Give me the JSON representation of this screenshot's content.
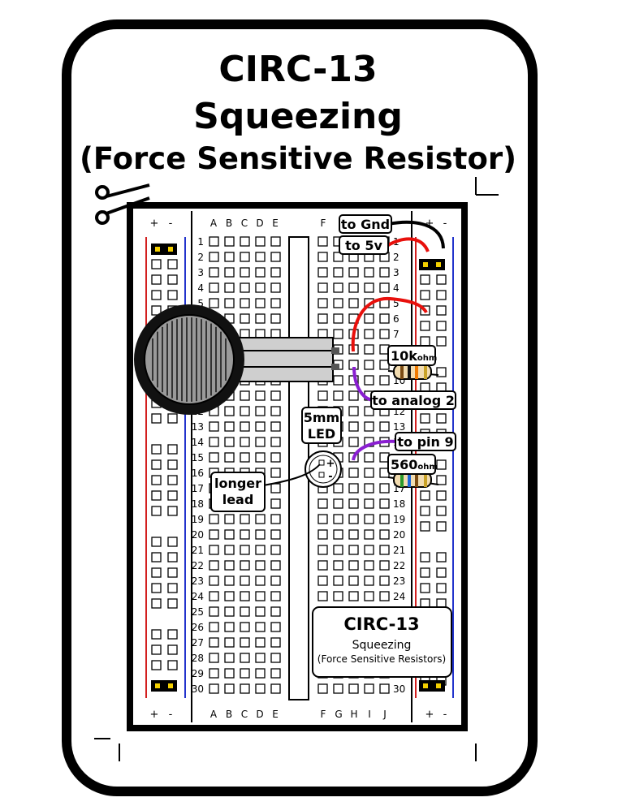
{
  "title": {
    "line1": "CIRC-13",
    "line2": "Squeezing",
    "line3": "(Force Sensitive Resistor)"
  },
  "breadboard": {
    "rail_plus": "+",
    "rail_minus": "-",
    "columns_left": [
      "A",
      "B",
      "C",
      "D",
      "E"
    ],
    "columns_right": [
      "F",
      "G",
      "H",
      "I",
      "J"
    ],
    "row_count": 30
  },
  "labels": {
    "to_gnd": "to Gnd",
    "to_5v": "to 5v",
    "resistor_10k_value": "10k",
    "resistor_10k_unit": "ohm",
    "to_analog": "to analog 2",
    "led_line1": "5mm",
    "led_line2": "LED",
    "to_pin": "to pin 9",
    "resistor_560_value": "560",
    "resistor_560_unit": "ohm",
    "longer_lead_line1": "longer",
    "longer_lead_line2": "lead",
    "led_plus": "+",
    "led_minus": "-"
  },
  "card": {
    "title": "CIRC-13",
    "subtitle": "Squeezing",
    "caption": "(Force Sensitive Resistors)"
  },
  "colors": {
    "wire_red": "#e8100c",
    "wire_black": "#000000",
    "wire_purple": "#8a1fd1",
    "rail_red": "#d31f1f",
    "rail_blue": "#2233cc",
    "jumper_yellow": "#f4d000"
  }
}
